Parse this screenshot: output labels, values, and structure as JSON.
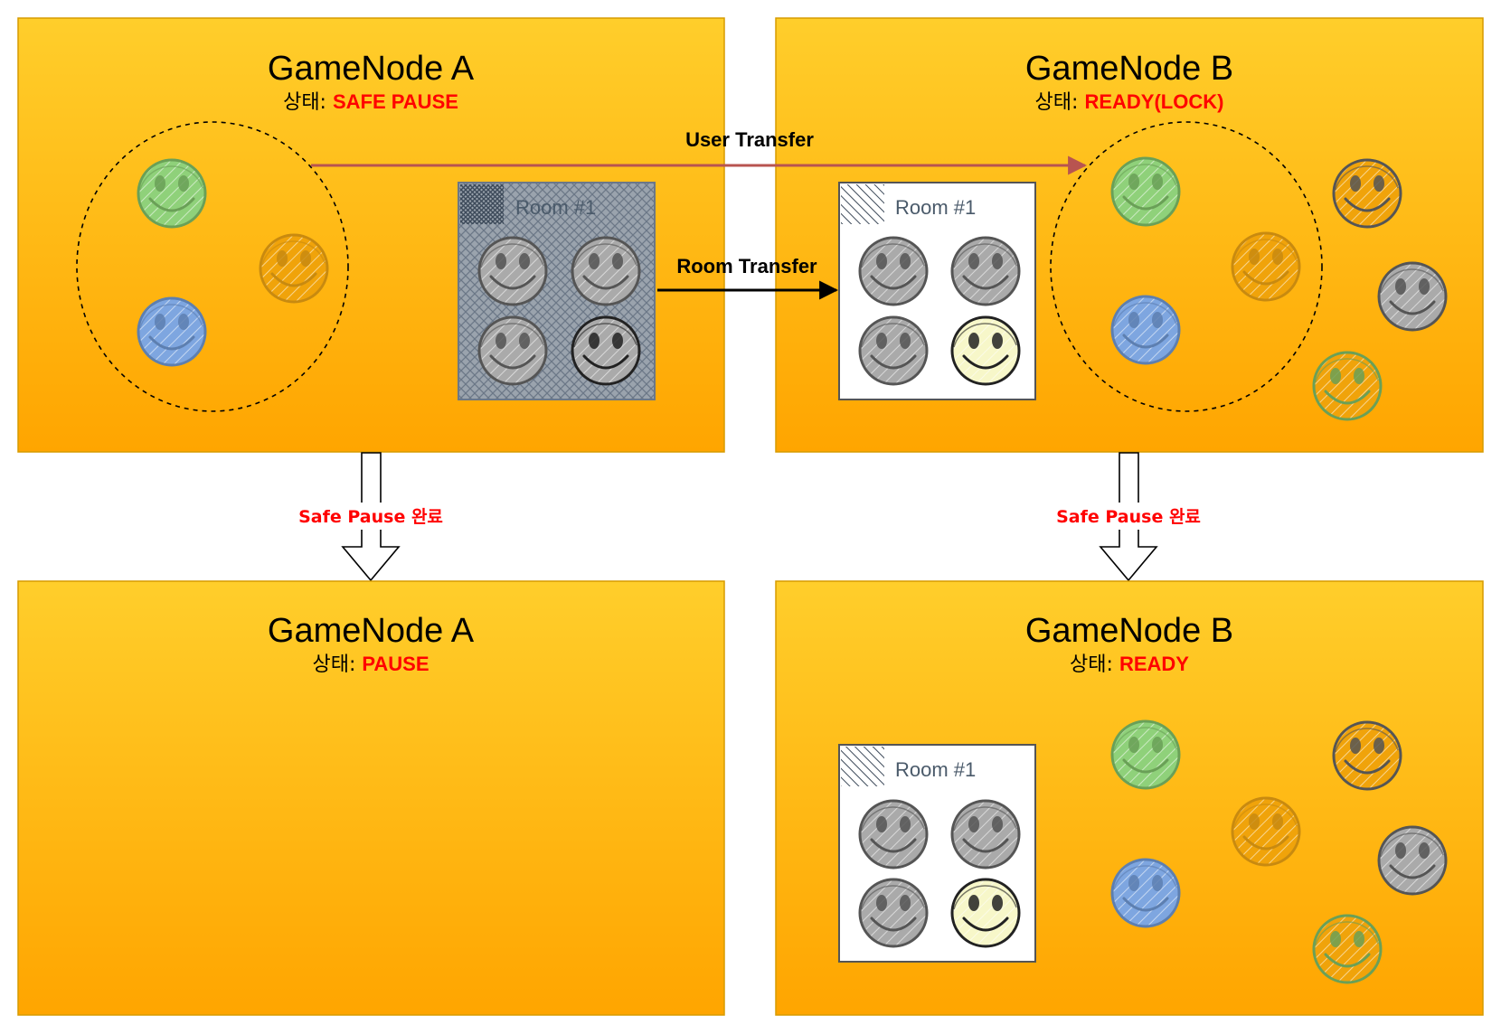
{
  "nodes": {
    "a_top": {
      "title": "GameNode A",
      "state_prefix": "상태: ",
      "state_value": "SAFE PAUSE"
    },
    "b_top": {
      "title": "GameNode B",
      "state_prefix": "상태: ",
      "state_value": "READY(LOCK)"
    },
    "a_bottom": {
      "title": "GameNode A",
      "state_prefix": "상태: ",
      "state_value": "PAUSE"
    },
    "b_bottom": {
      "title": "GameNode B",
      "state_prefix": "상태: ",
      "state_value": "READY"
    }
  },
  "room_label": "Room #1",
  "edges": {
    "user_transfer": "User Transfer",
    "room_transfer": "Room Transfer"
  },
  "steps": {
    "left": "Safe Pause 완료",
    "right": "Safe Pause 완료"
  },
  "colors": {
    "node_top": "#ffce2b",
    "node_bottom": "#ffa500",
    "node_border": "#d79b00",
    "state": "#ff0000",
    "user_arrow": "#b85450",
    "smiley_green": "#8fd17a",
    "smiley_blue": "#7ea6e0",
    "smiley_orange": "#f0a30a",
    "smiley_gray": "#aaaaaa",
    "smiley_yellow": "#f7f7c9"
  },
  "icons": [
    "smiley-icon"
  ]
}
